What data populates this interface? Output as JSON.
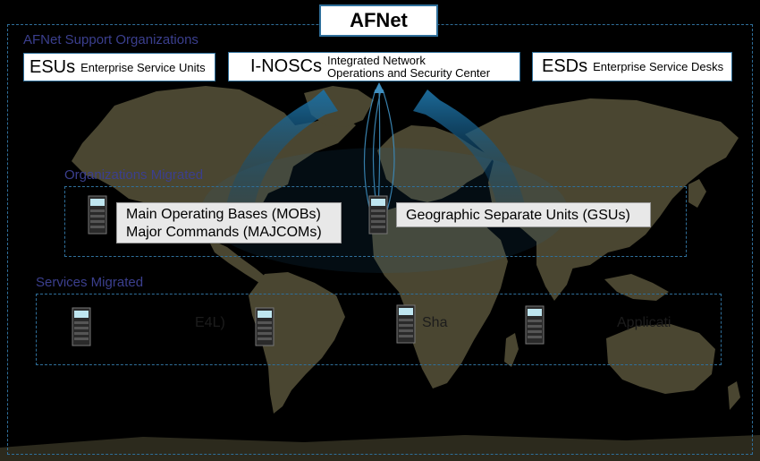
{
  "title": "AFNet",
  "support": {
    "label": "AFNet Support Organizations",
    "esu": {
      "abbr": "ESUs",
      "full": "Enterprise Service Units"
    },
    "inosc": {
      "abbr": "I-NOSCs",
      "full_line1": "Integrated Network",
      "full_line2": "Operations and Security Center"
    },
    "esd": {
      "abbr": "ESDs",
      "full": "Enterprise Service Desks"
    }
  },
  "orgs": {
    "label": "Organizations Migrated",
    "mob": "Main Operating Bases (MOBs)",
    "majcom": "Major Commands (MAJCOMs)",
    "gsu": "Geographic Separate Units (GSUs)"
  },
  "services": {
    "label": "Services Migrated",
    "items": [
      "E4L)",
      "Sha",
      "Applicati"
    ]
  },
  "colors": {
    "background": "#000000",
    "land": "#4a4631",
    "dashed_border": "#2f6f9a",
    "section_label": "#3b3f8e",
    "arrow": "#1d6fa0"
  },
  "icons": [
    "server-icon"
  ]
}
